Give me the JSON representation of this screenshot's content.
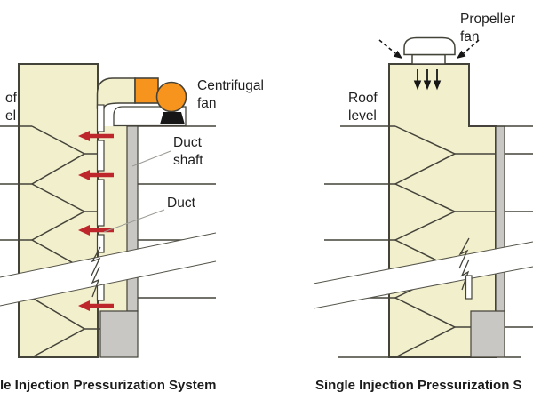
{
  "left_diagram": {
    "caption": "le Injection Pressurization System",
    "labels": {
      "roof_level_frag_1": "of",
      "roof_level_frag_2": "el",
      "centrifugal_fan_1": "Centrifugal",
      "centrifugal_fan_2": "fan",
      "duct_shaft_1": "Duct",
      "duct_shaft_2": "shaft",
      "duct": "Duct"
    }
  },
  "right_diagram": {
    "caption": "Single Injection Pressurization S",
    "labels": {
      "propeller_fan_1": "Propeller",
      "propeller_fan_2": "fan",
      "roof_level_1": "Roof",
      "roof_level_2": "level"
    }
  },
  "icons": {
    "airflow_arrow": "red-left-arrow",
    "supply_air_arrow": "black-down-arrow",
    "intake_air_arrow": "dashed-diagonal-arrow"
  },
  "colors": {
    "building_fill": "#f2efcc",
    "shaft_gray": "#c9c7c3",
    "fan_orange": "#f7941e",
    "arrow_red": "#bd272c",
    "outline": "#44433a",
    "text": "#1f1f1f",
    "background": "#ffffff"
  }
}
